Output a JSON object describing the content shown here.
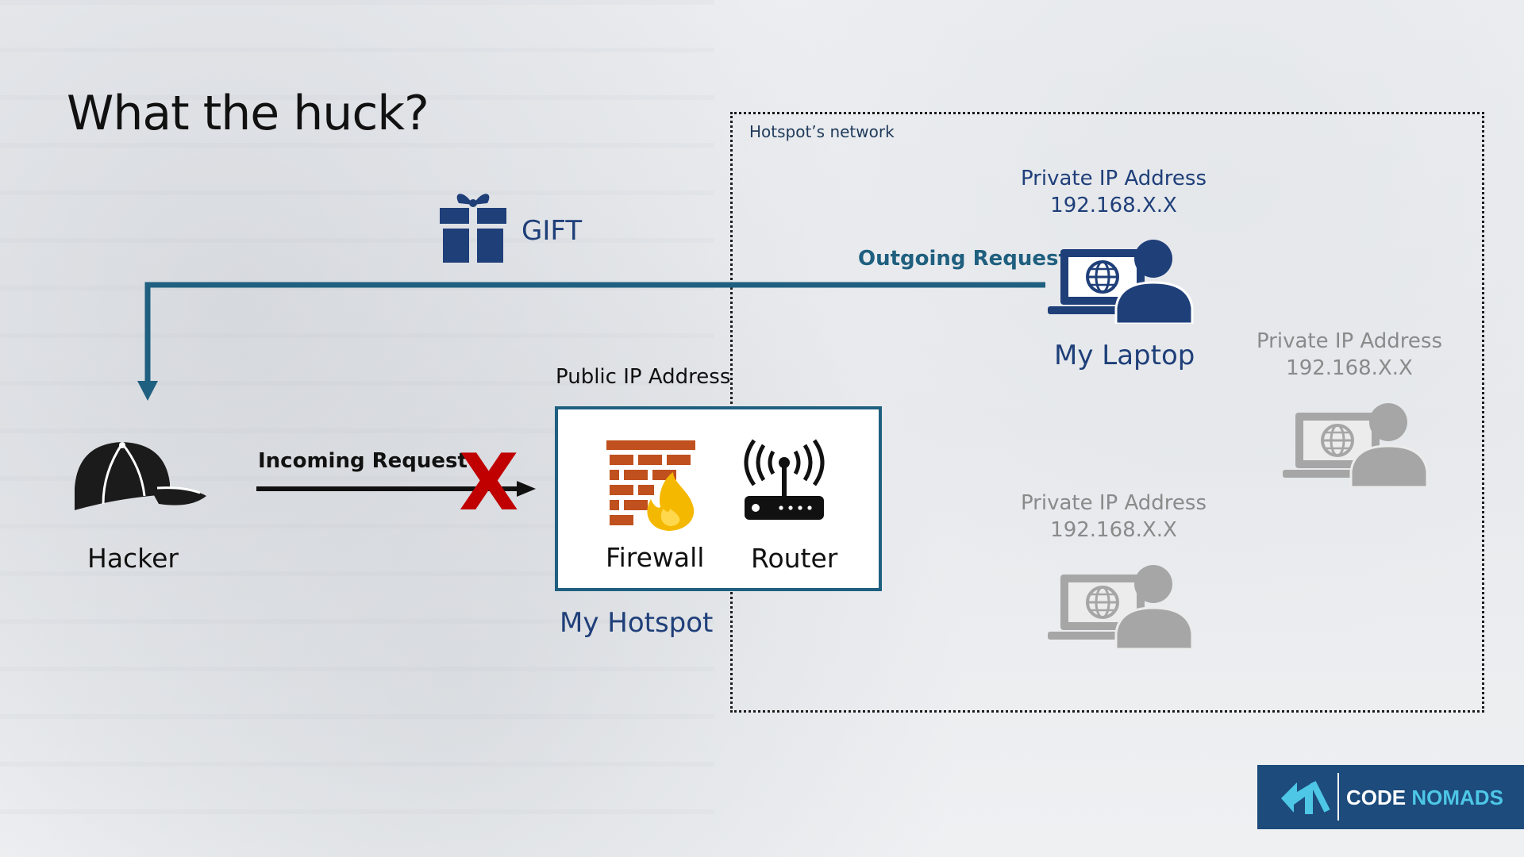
{
  "slide": {
    "title": "What the huck?",
    "network_label": "Hotspot’s network"
  },
  "gift": {
    "label": "GIFT",
    "icon": "gift-icon"
  },
  "outgoing": {
    "label": "Outgoing Request"
  },
  "incoming": {
    "label": "Incoming Request",
    "blocked_mark": "X"
  },
  "hacker": {
    "label": "Hacker",
    "icon": "cap-icon"
  },
  "hotspot": {
    "public_ip_label": "Public IP Address",
    "name": "My Hotspot",
    "firewall_label": "Firewall",
    "router_label": "Router"
  },
  "devices": [
    {
      "label": "My Laptop",
      "address_title": "Private IP Address",
      "address": "192.168.X.X",
      "active": true
    },
    {
      "label": "",
      "address_title": "Private IP Address",
      "address": "192.168.X.X",
      "active": false
    },
    {
      "label": "",
      "address_title": "Private IP Address",
      "address": "192.168.X.X",
      "active": false
    }
  ],
  "logo": {
    "text_part1": "CODE",
    "text_part2": "NOMADS"
  },
  "colors": {
    "primary_blue": "#1f3f79",
    "arrow_teal": "#1f5f7f",
    "inactive_gray": "#a6a6a6",
    "block_red": "#c00000",
    "firewall_orange": "#c0501e",
    "flame_yellow": "#f5b800",
    "logo_bg": "#1c4b7c",
    "logo_accent": "#4ec7e6"
  }
}
